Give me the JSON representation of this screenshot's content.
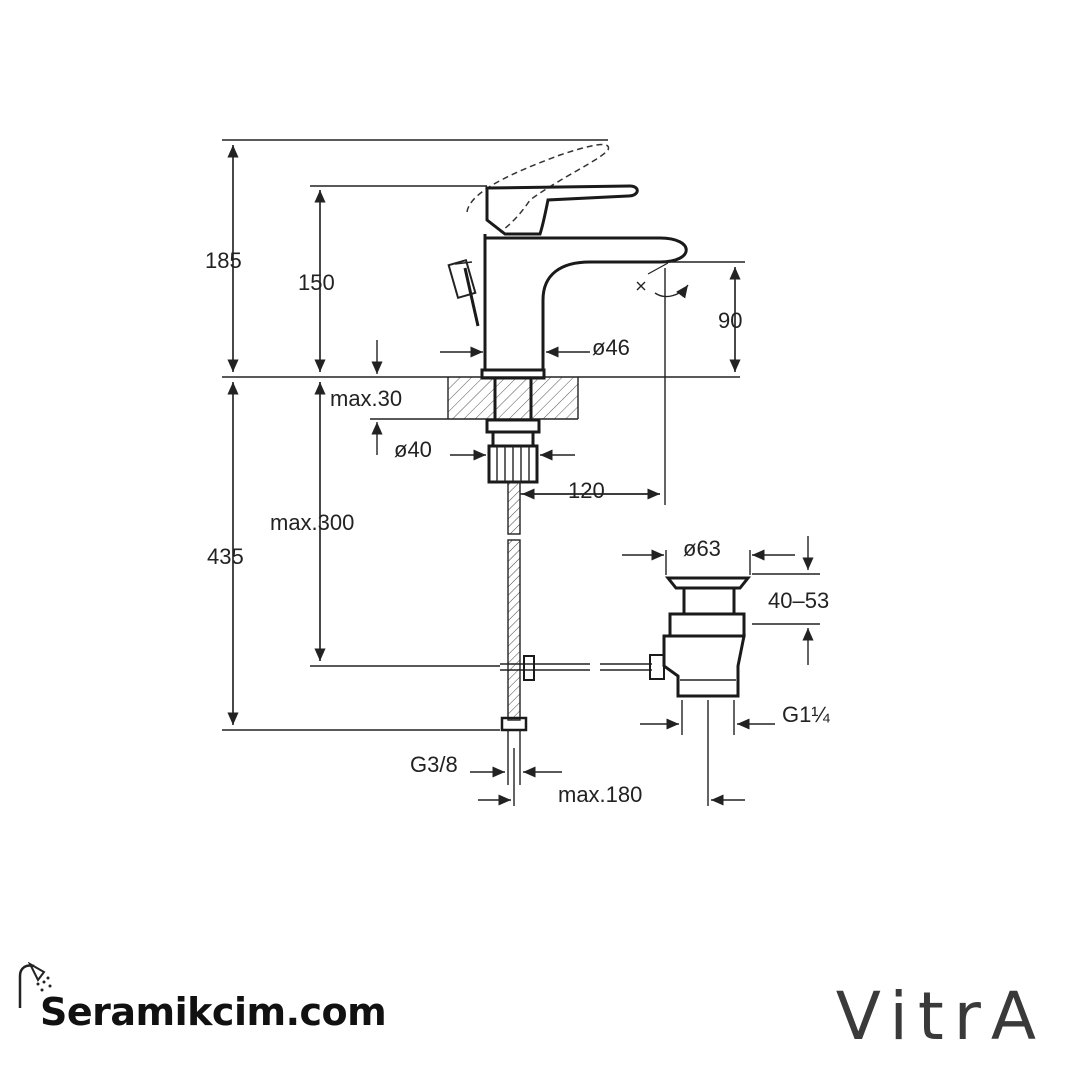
{
  "dimensions": {
    "total_height": "185",
    "spout_height": "150",
    "outlet_height": "90",
    "body_diameter": "ø46",
    "max_thickness": "max.30",
    "shank_diameter": "ø40",
    "projection": "120",
    "below_deck_height": "435",
    "hose_length": "max.300",
    "waste_diameter": "ø63",
    "waste_adjust": "40–53",
    "waste_thread": "G1¼",
    "inlet_thread": "G3/8",
    "rod_max": "max.180"
  },
  "branding": {
    "website": "Seramikcim.com",
    "manufacturer": "VitrA"
  }
}
